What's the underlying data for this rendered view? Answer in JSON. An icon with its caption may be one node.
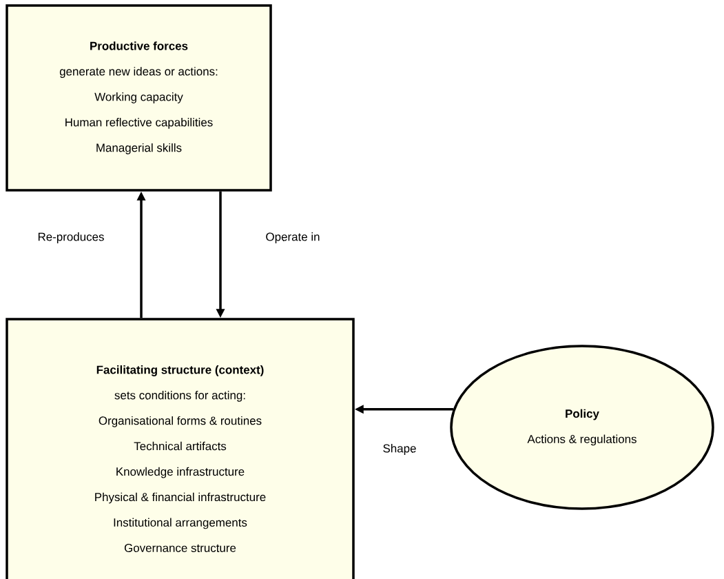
{
  "diagram": {
    "nodes": [
      {
        "text": [
          "Productive forces",
          "generate new ideas or actions:",
          "Working capacity",
          "Human reflective capabilities",
          "Managerial skills"
        ]
      },
      {
        "text": [
          "Facilitating structure (context)",
          "sets conditions for acting:",
          "Organisational forms & routines",
          "Technical artifacts",
          "Knowledge infrastructure",
          "Physical & financial infrastructure",
          "Institutional arrangements",
          "Governance structure"
        ]
      },
      {
        "text": [
          "Policy",
          "Actions & regulations"
        ]
      }
    ],
    "edges": [
      {
        "from": 1,
        "to": 0,
        "arrow": "to",
        "label": "Re-produces"
      },
      {
        "from": 0,
        "to": 1,
        "arrow": "to",
        "label": "Operate in"
      },
      {
        "from": 2,
        "to": 1,
        "arrow": "to",
        "label": "Shape"
      }
    ]
  }
}
